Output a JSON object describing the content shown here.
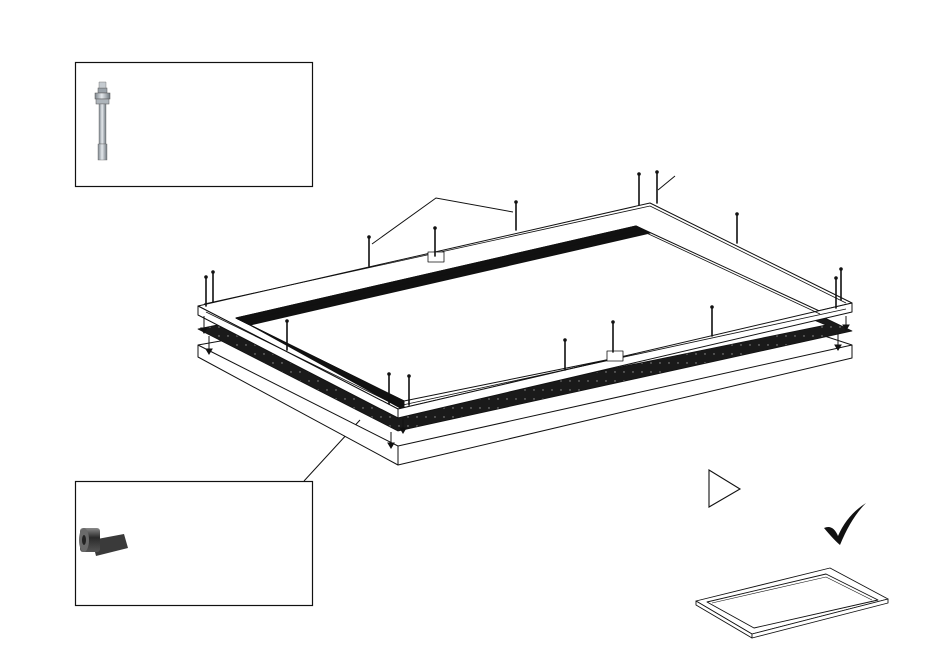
{
  "diagram": {
    "type": "assembly-instruction",
    "callouts": [
      {
        "id": "anchor-bolt",
        "icon": "wedge-anchor-bolt-icon",
        "text": ""
      },
      {
        "id": "sealing-tape",
        "icon": "sealing-tape-roll-icon",
        "text": ""
      }
    ],
    "next_step_icon": "play-triangle-icon",
    "done_icon": "check-mark-icon",
    "result_preview": "finished-frame-icon",
    "colors": {
      "line": "#111111",
      "fill": "#ffffff",
      "tape": "#111111",
      "bolt_metal": "#b9c0c6"
    }
  }
}
